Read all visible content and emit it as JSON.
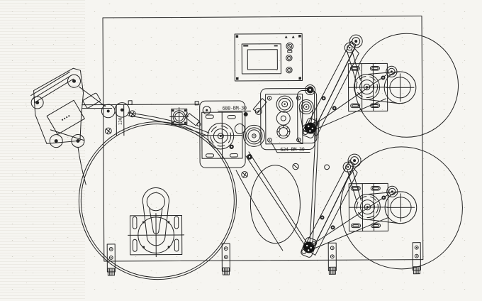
{
  "labels": {
    "head_left": "680-BM-30",
    "head_right": "624-BM-30",
    "left_dimension": "130",
    "printer_marking": "▪▪▪▪"
  },
  "colors": {
    "ink": "#232323",
    "heavy": "#121212",
    "paper": "#f6f5f1"
  }
}
